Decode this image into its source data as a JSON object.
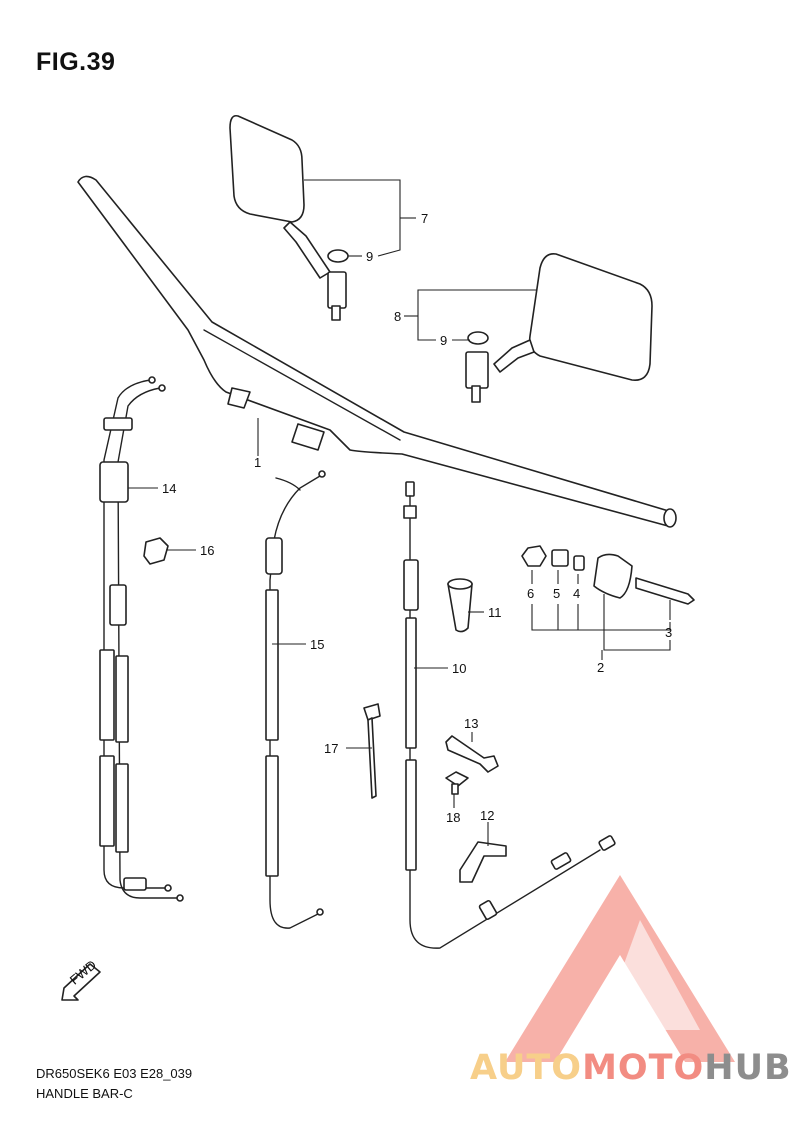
{
  "figure": {
    "title": "FIG.39",
    "code": "DR650SEK6 E03 E28_039",
    "name": "HANDLE BAR-C"
  },
  "callouts": [
    "1",
    "2",
    "3",
    "4",
    "5",
    "6",
    "7",
    "8",
    "9",
    "9",
    "10",
    "11",
    "12",
    "13",
    "14",
    "15",
    "16",
    "17",
    "18"
  ],
  "direction_badge": "FWD",
  "watermark": {
    "part1": "AUTO",
    "part2": "MOTO",
    "part3": "HUB"
  },
  "colors": {
    "line": "#222222",
    "watermark_red": "#f28c82",
    "watermark_gold": "#f7cf8a",
    "watermark_gray": "#8d8d8d"
  }
}
